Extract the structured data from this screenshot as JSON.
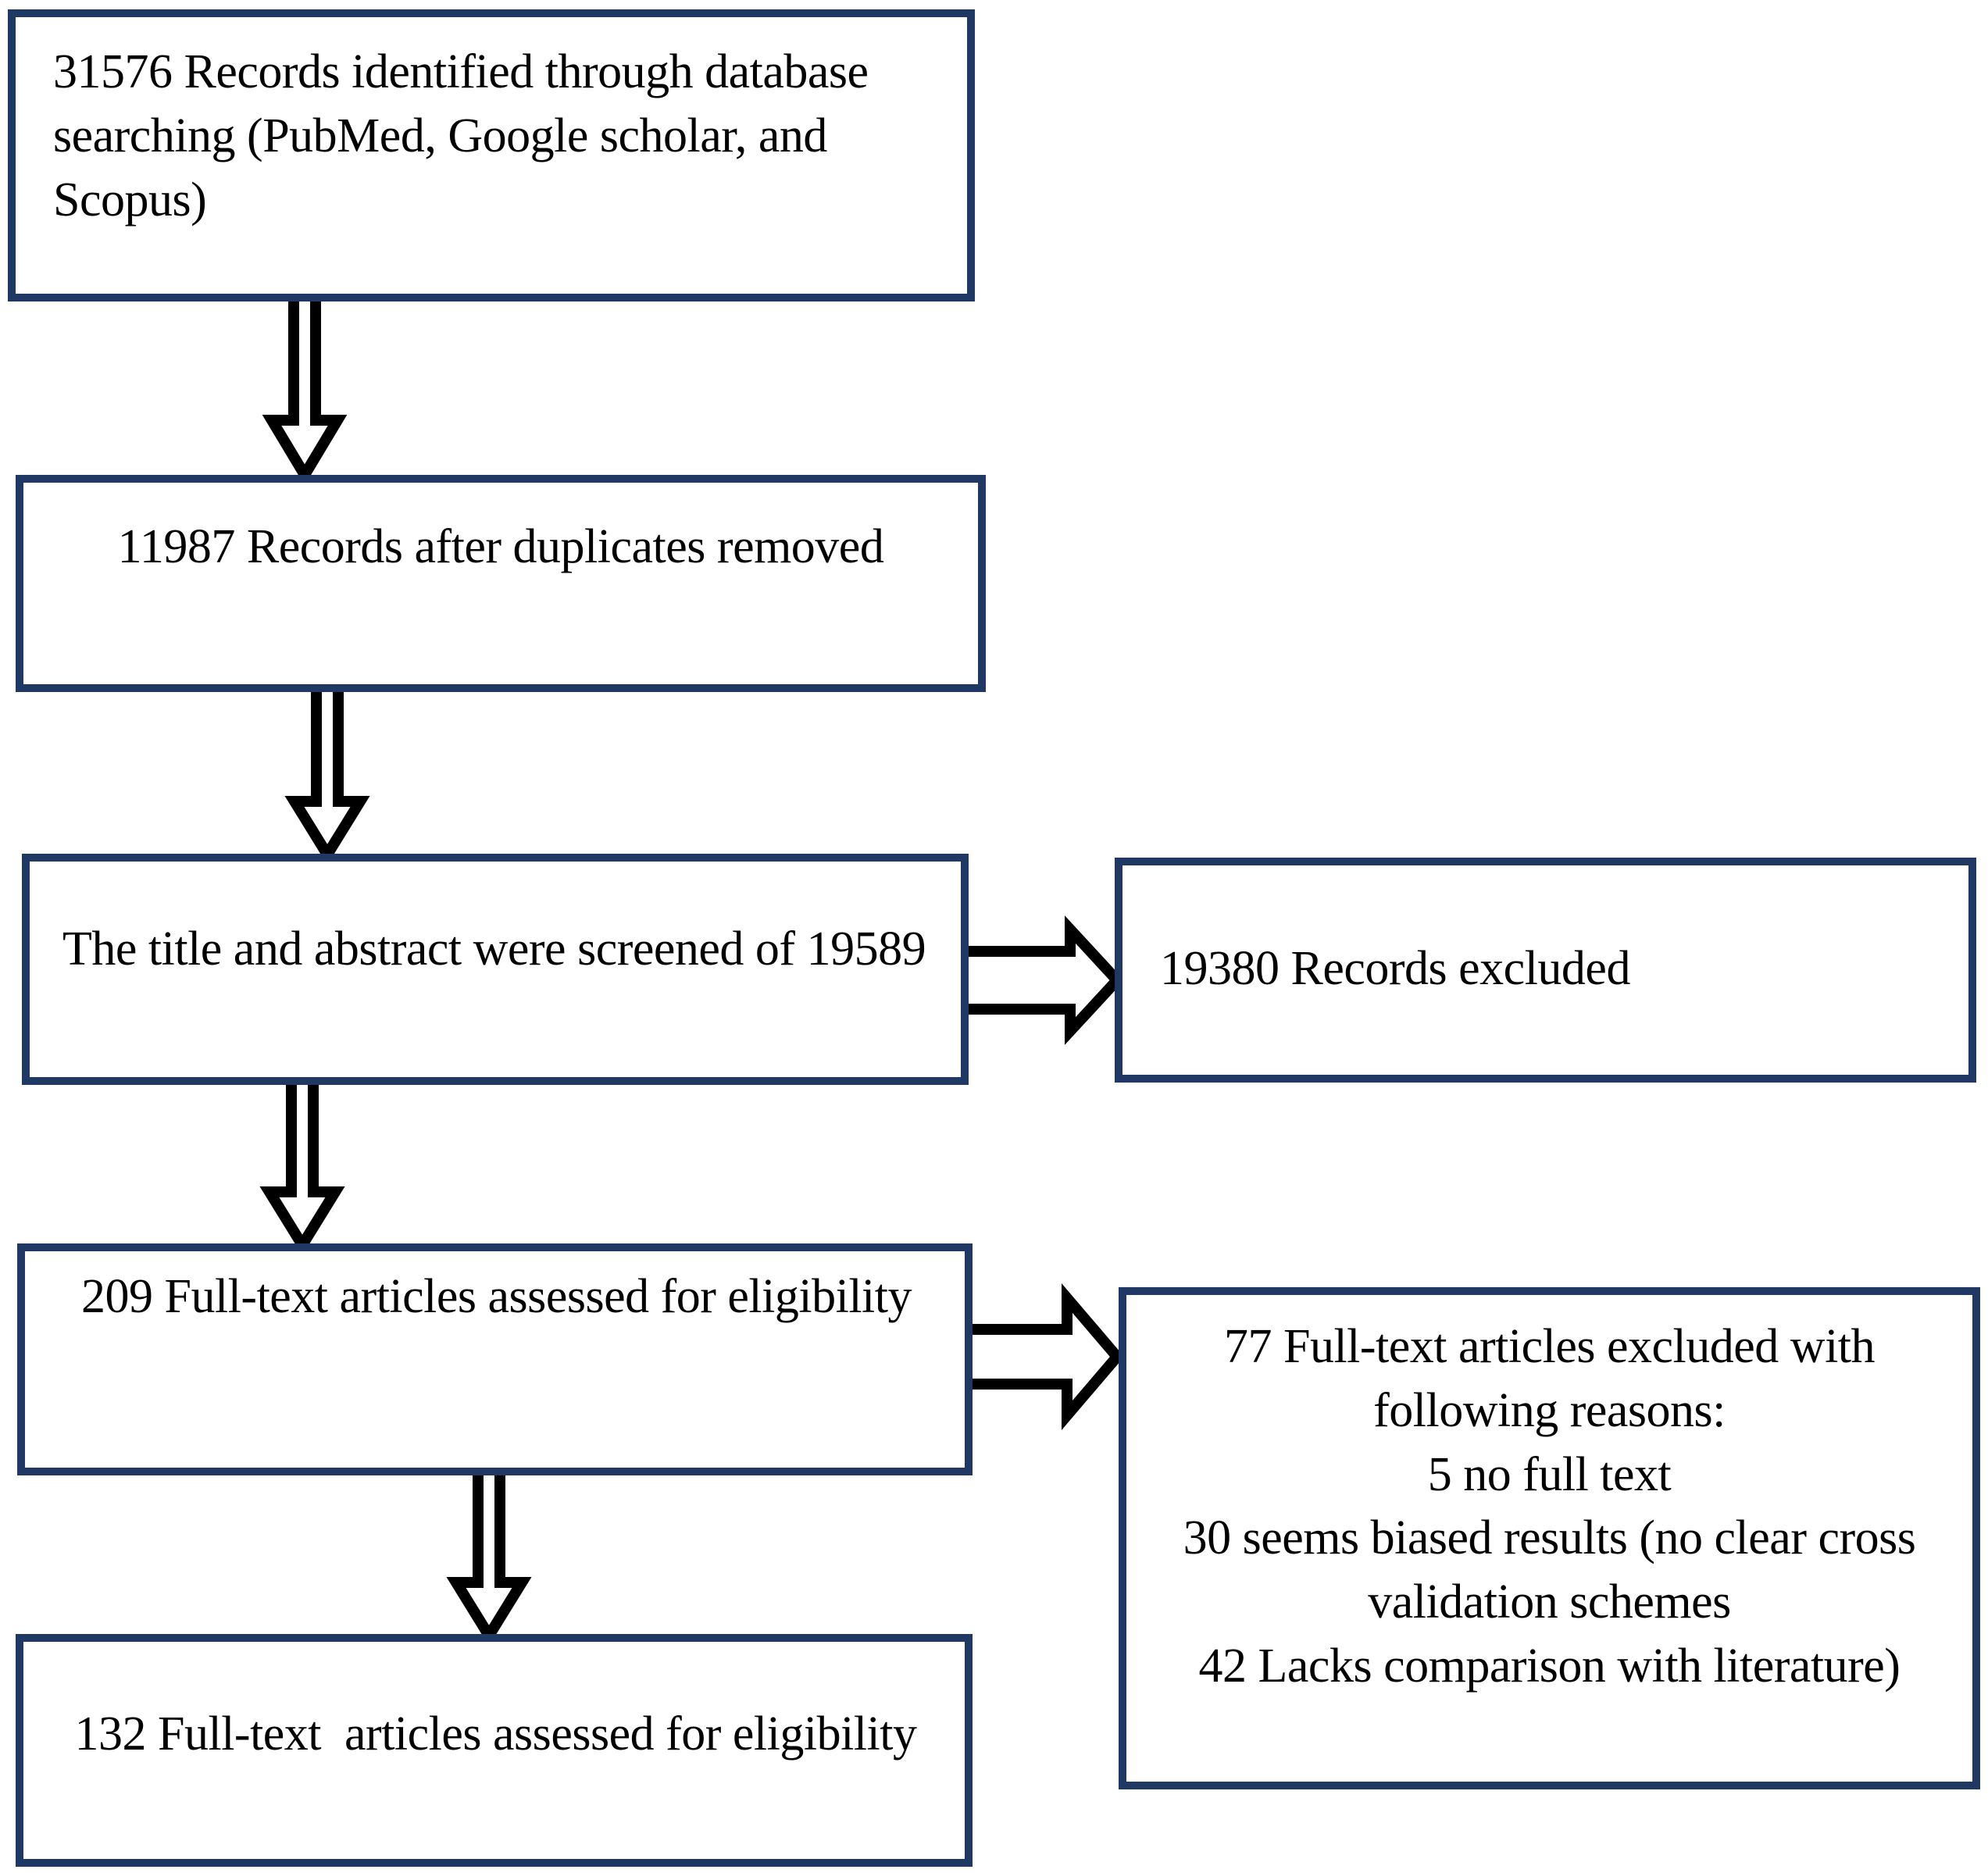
{
  "diagram": {
    "type": "prisma-flow-diagram",
    "colors": {
      "box_border": "#1F3864",
      "box_fill": "#FFFFFF",
      "arrow_stroke": "#000000",
      "arrow_fill": "#FFFFFF",
      "text": "#000000"
    },
    "boxes": {
      "identification": {
        "text": "31576 Records identified through database searching (PubMed, Google scholar, and Scopus)",
        "count": 31576,
        "align": "left"
      },
      "duplicates_removed": {
        "text": "11987 Records after duplicates removed",
        "count": 11987,
        "align": "center"
      },
      "screened": {
        "text": "The title and abstract were screened of 19589",
        "count": 19589,
        "align": "left"
      },
      "records_excluded": {
        "text": "19380 Records excluded",
        "count": 19380,
        "align": "left"
      },
      "fulltext_assessed": {
        "text": "209 Full-text articles assessed for eligibility",
        "count": 209,
        "align": "center"
      },
      "fulltext_excluded": {
        "text": "77 Full-text articles excluded with following reasons:\n5 no full text\n30 seems biased results (no clear cross validation schemes\n42 Lacks comparison with literature)",
        "count": 77,
        "align": "center",
        "reasons": [
          {
            "count": 5,
            "reason": "no full text"
          },
          {
            "count": 30,
            "reason": "seems biased results (no clear cross validation schemes"
          },
          {
            "count": 42,
            "reason": "Lacks comparison with literature)"
          }
        ]
      },
      "final_included": {
        "text": "132 Full-text  articles assessed for eligibility",
        "count": 132,
        "align": "center"
      }
    },
    "arrows": [
      {
        "name": "identification-to-duplicates",
        "from": "identification",
        "to": "duplicates_removed",
        "direction": "down"
      },
      {
        "name": "duplicates-to-screened",
        "from": "duplicates_removed",
        "to": "screened",
        "direction": "down"
      },
      {
        "name": "screened-to-records-excluded",
        "from": "screened",
        "to": "records_excluded",
        "direction": "right"
      },
      {
        "name": "screened-to-fulltext-assessed",
        "from": "screened",
        "to": "fulltext_assessed",
        "direction": "down"
      },
      {
        "name": "fulltext-assessed-to-fulltext-excluded",
        "from": "fulltext_assessed",
        "to": "fulltext_excluded",
        "direction": "right"
      },
      {
        "name": "fulltext-assessed-to-final",
        "from": "fulltext_assessed",
        "to": "final_included",
        "direction": "down"
      }
    ]
  }
}
